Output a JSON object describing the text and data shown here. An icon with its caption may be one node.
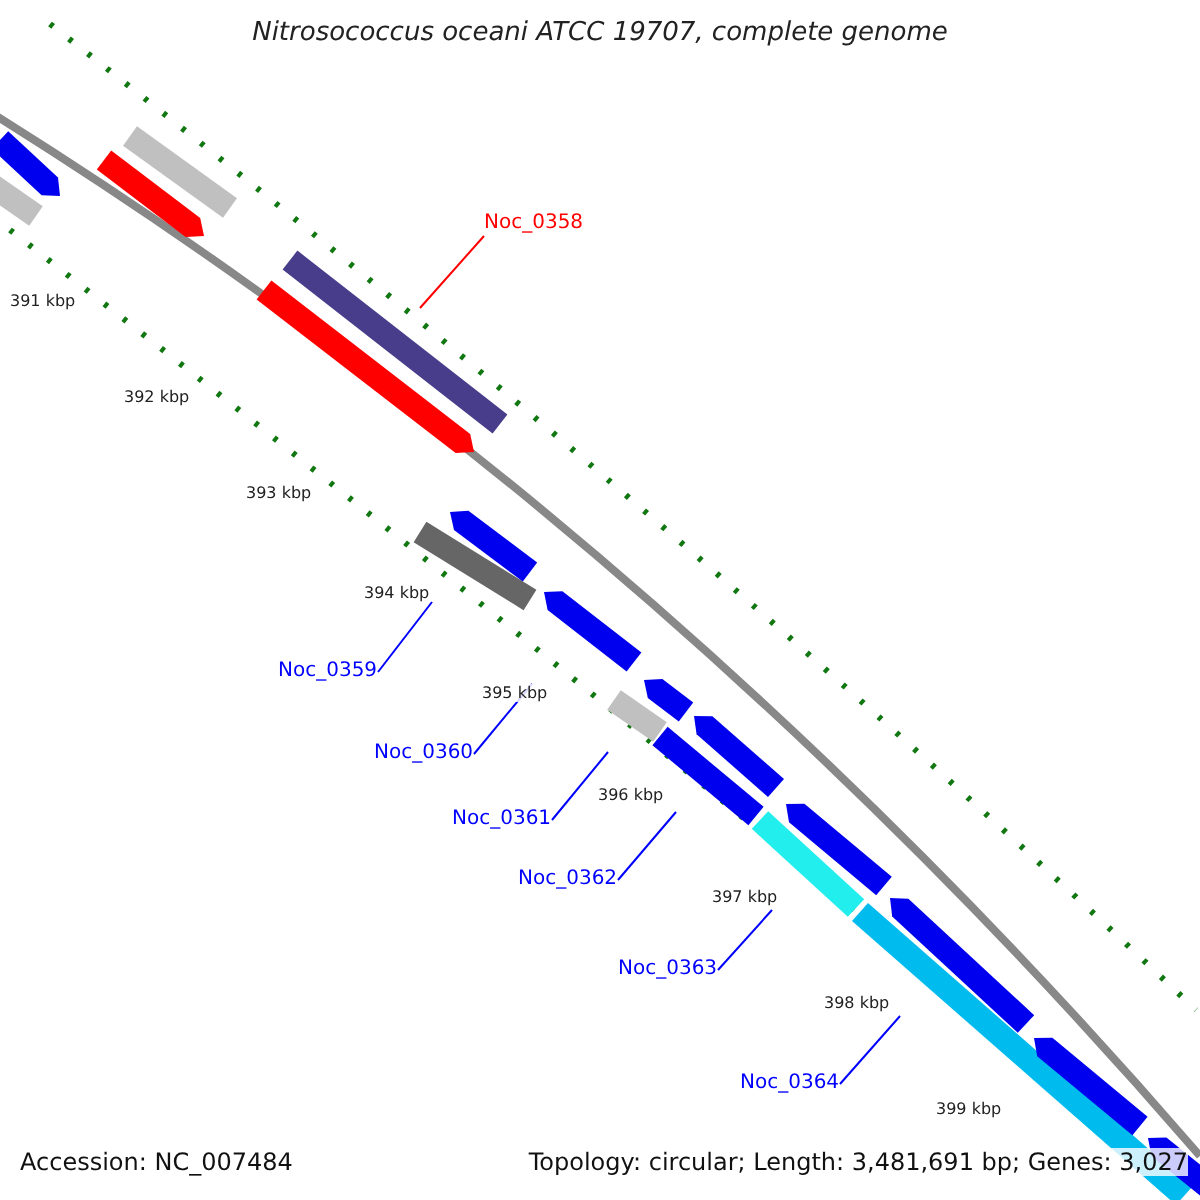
{
  "diagram": {
    "title": "Nitrosococcus oceani ATCC 19707, complete genome",
    "nodes": [
      {
        "text": [
          "Noc_0358"
        ]
      },
      {
        "text": [
          "Noc_0359"
        ]
      },
      {
        "text": [
          "Noc_0360"
        ]
      },
      {
        "text": [
          "Noc_0361"
        ]
      },
      {
        "text": [
          "Noc_0362"
        ]
      },
      {
        "text": [
          "Noc_0363"
        ]
      },
      {
        "text": [
          "Noc_0364"
        ]
      },
      {
        "text": [],
        "shape": "bar"
      },
      {
        "text": [],
        "shape": "bar"
      },
      {
        "text": [],
        "shape": "bar"
      },
      {
        "text": [],
        "shape": "bar"
      },
      {
        "text": [],
        "shape": "bar"
      },
      {
        "text": [],
        "shape": "bar"
      },
      {
        "text": [],
        "shape": "bar"
      },
      {
        "text": [],
        "shape": "bar"
      },
      {
        "text": [],
        "shape": "bar"
      },
      {
        "text": [],
        "shape": "bar"
      },
      {
        "text": [],
        "shape": "bar"
      },
      {
        "text": [],
        "shape": "bar"
      },
      {
        "text": [],
        "shape": "bar"
      },
      {
        "text": [],
        "shape": "bar"
      },
      {
        "text": [],
        "shape": "bar"
      },
      {
        "text": [],
        "shape": "bar"
      },
      {
        "text": [],
        "shape": "bar"
      },
      {
        "text": [],
        "shape": "bar"
      },
      {
        "text": [],
        "shape": "bar"
      }
    ],
    "edges": [
      {
        "from": 0,
        "to": 7,
        "arrow": "none",
        "color": "#ff0000"
      },
      {
        "from": 1,
        "to": 8,
        "arrow": "none"
      },
      {
        "from": 2,
        "to": 9,
        "arrow": "none"
      },
      {
        "from": 3,
        "to": 10,
        "arrow": "none"
      },
      {
        "from": 4,
        "to": 11,
        "arrow": "none"
      },
      {
        "from": 5,
        "to": 12,
        "arrow": "none"
      },
      {
        "from": 6,
        "to": 13,
        "arrow": "none"
      }
    ],
    "labels": [
      "391 kbp",
      "392 kbp",
      "393 kbp",
      "394 kbp",
      "395 kbp",
      "396 kbp",
      "397 kbp",
      "398 kbp",
      "399 kbp",
      "Accession: NC_007484",
      "Topology: circular; Length: 3,481,691 bp; Genes: 3,027"
    ]
  }
}
